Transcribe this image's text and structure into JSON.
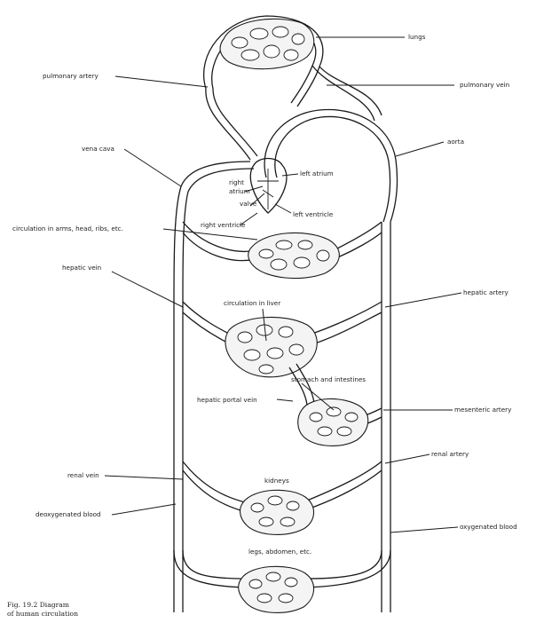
{
  "labels": {
    "lungs": "lungs",
    "pulmonary_artery": "pulmonary artery",
    "pulmonary_vein": "pulmonary vein",
    "vena_cava": "vena cava",
    "aorta": "aorta",
    "left_atrium": "left atrium",
    "right_atrium_1": "right",
    "right_atrium_2": "atrium",
    "valve": "valve",
    "left_ventricle": "left ventricle",
    "right_ventricle": "right ventricle",
    "circulation_arms": "circulation in arms, head, ribs, etc.",
    "hepatic_vein": "hepatic vein",
    "circulation_liver": "circulation in liver",
    "hepatic_artery": "hepatic artery",
    "stomach_intestines": "stomach and intestines",
    "hepatic_portal_vein": "hepatic portal vein",
    "mesenteric_artery": "mesenteric artery",
    "renal_artery": "renal artery",
    "renal_vein": "renal vein",
    "kidneys": "kidneys",
    "deoxygenated_blood": "deoxygenated blood",
    "oxygenated_blood": "oxygenated blood",
    "legs_abdomen": "legs, abdomen, etc."
  },
  "caption": {
    "line1": "Fig. 19.2   Diagram",
    "line2": "of human circulation"
  }
}
